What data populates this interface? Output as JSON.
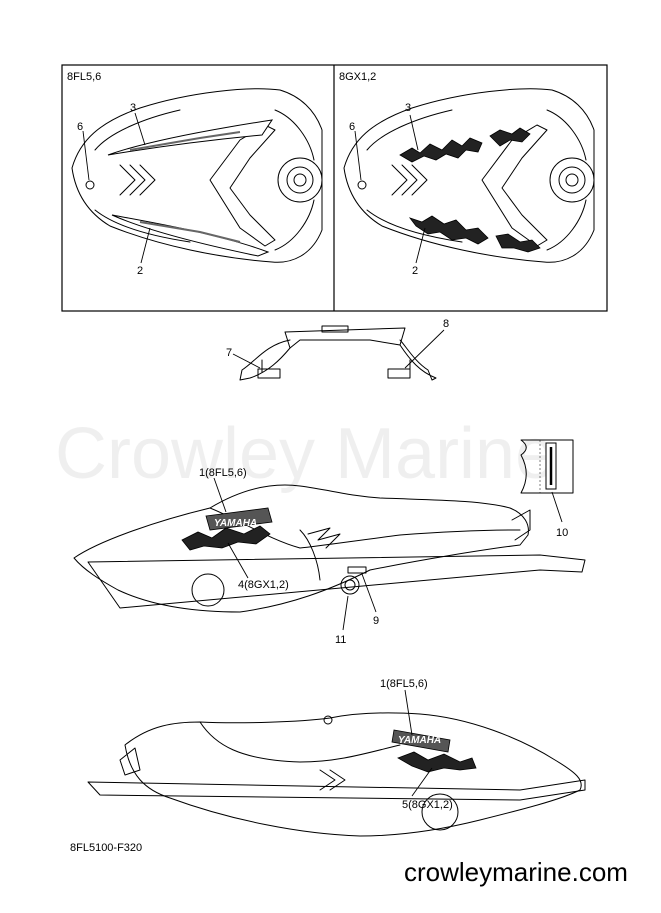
{
  "panels": {
    "left_title": "8FL5,6",
    "right_title": "8GX1,2"
  },
  "callouts": {
    "l3": "3",
    "l6": "6",
    "l2": "2",
    "r3": "3",
    "r6": "6",
    "r2": "2",
    "c7": "7",
    "c8": "8",
    "side1": "1(8FL5,6)",
    "side4": "4(8GX1,2)",
    "side9": "9",
    "side10": "10",
    "side11": "11",
    "bot1": "1(8FL5,6)",
    "bot5": "5(8GX1,2)"
  },
  "logo_text": "YAMAHA",
  "watermark": "Crowley Marine",
  "figure_code": "8FL5100-F320",
  "website": "crowleymarine.com"
}
